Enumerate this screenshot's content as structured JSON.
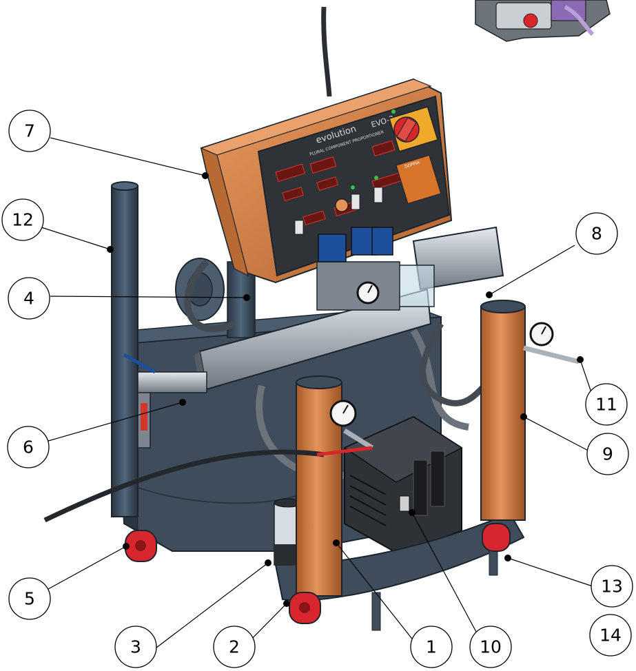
{
  "colors": {
    "frame": "#3e4c5c",
    "frame_dark": "#2a3542",
    "orange": "#c8743a",
    "orange_light": "#e3925a",
    "panel": "#2f3338",
    "display_red": "#e0352b",
    "switch_red": "#d8262b",
    "switch_yellow": "#f0a92a",
    "valve_blue": "#1d4f9c",
    "wheel_red": "#d7262e",
    "metal": "#b5bcc3"
  },
  "control_box": {
    "brand": "evolution",
    "model": "EVO-3",
    "subtitle": "PLURAL COMPONENT PROPORTIONER",
    "logo": "DOPPIA"
  },
  "callouts": [
    {
      "id": "7",
      "label": "7"
    },
    {
      "id": "12",
      "label": "12"
    },
    {
      "id": "4",
      "label": "4"
    },
    {
      "id": "6",
      "label": "6"
    },
    {
      "id": "5",
      "label": "5"
    },
    {
      "id": "3",
      "label": "3"
    },
    {
      "id": "2",
      "label": "2"
    },
    {
      "id": "1",
      "label": "1"
    },
    {
      "id": "10",
      "label": "10"
    },
    {
      "id": "8",
      "label": "8"
    },
    {
      "id": "11",
      "label": "11"
    },
    {
      "id": "9",
      "label": "9"
    },
    {
      "id": "13",
      "label": "13"
    },
    {
      "id": "14",
      "label": "14"
    }
  ]
}
